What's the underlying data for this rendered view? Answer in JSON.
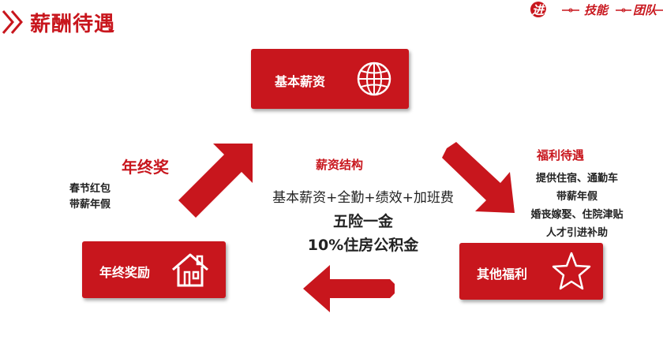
{
  "header": {
    "title": "薪酬待遇"
  },
  "slogan": [
    "进取",
    "技能",
    "团队"
  ],
  "nodes": {
    "top": {
      "label": "基本薪资",
      "icon": "globe-icon"
    },
    "right": {
      "label": "其他福利",
      "icon": "star-icon"
    },
    "left": {
      "label": "年终奖励",
      "icon": "house-icon"
    }
  },
  "year_end_bonus": {
    "heading": "年终奖",
    "items": [
      "春节红包",
      "带薪年假"
    ]
  },
  "benefits": {
    "heading": "福利待遇",
    "items": [
      "提供住宿、通勤车",
      "带薪年假",
      "婚丧嫁娶、住院津贴",
      "人才引进补助"
    ]
  },
  "salary_structure": {
    "heading": "薪资结构",
    "formula": "基本薪资+全勤+绩效+加班费",
    "insurance": "五险一金",
    "housing_fund": "10%住房公积金"
  },
  "colors": {
    "accent": "#c8161d"
  }
}
